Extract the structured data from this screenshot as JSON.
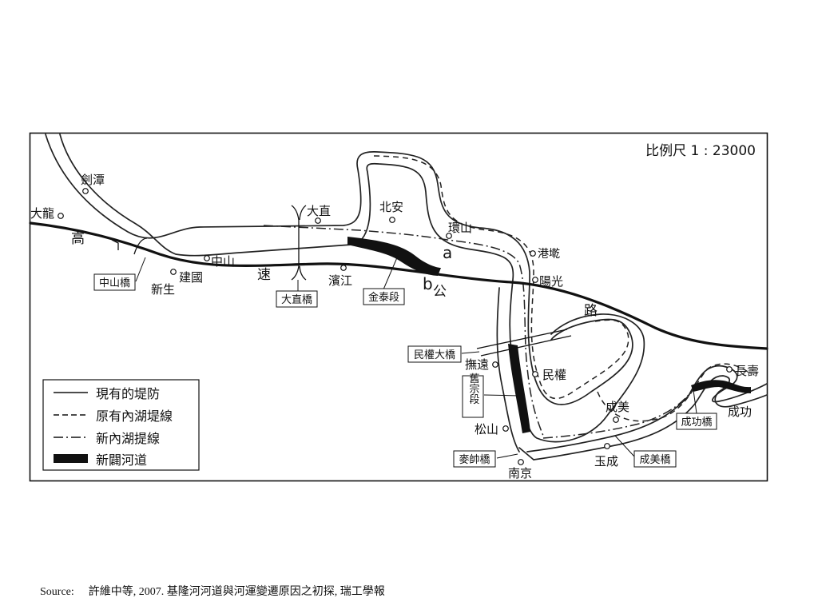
{
  "map": {
    "scale": "比例尺 1 : 23000",
    "places": {
      "jiantan": "劍潭",
      "dalong": "大龍",
      "gao": "高",
      "zhongshan_bridge": "中山橋",
      "xinsheng": "新生",
      "jianguo": "建國",
      "zhongshan": "中山",
      "su": "速",
      "dazhi": "大直",
      "dazhi_bridge": "大直橋",
      "binjiang": "濱江",
      "beian": "北安",
      "jintai_section": "金泰段",
      "huanshan": "環山",
      "label_a": "a",
      "label_b": "b",
      "gong": "公",
      "gangqi": "港墘",
      "yangguang": "陽光",
      "lu": "路",
      "minquan_bridge": "民權大橋",
      "fuyuan": "撫遠",
      "minquan": "民權",
      "old_section": "舊宗段",
      "songshan": "松山",
      "maishuai_bridge": "麥帥橋",
      "nanjing": "南京",
      "chengmei": "成美",
      "yucheng": "玉成",
      "chengmei_bridge": "成美橋",
      "changshou": "長壽",
      "chenggong_bridge": "成功橋",
      "chenggong": "成功"
    },
    "legend": {
      "items": [
        {
          "label": "現有的堤防"
        },
        {
          "label": "原有內湖堤線"
        },
        {
          "label": "新內湖提線"
        },
        {
          "label": "新闢河道"
        }
      ]
    }
  },
  "source": {
    "label": "Source:",
    "text": "許維中等, 2007. 基隆河河道與河運變遷原因之初探, 瑞工學報"
  }
}
